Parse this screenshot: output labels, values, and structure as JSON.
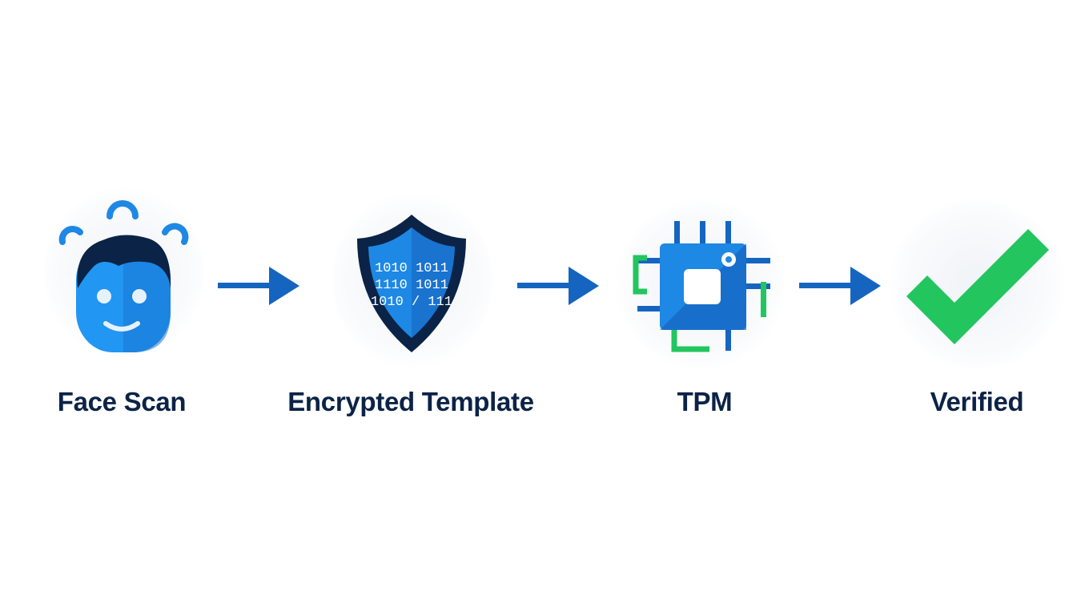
{
  "steps": [
    {
      "label": "Face Scan",
      "icon": "face-scan-icon"
    },
    {
      "label": "Encrypted Template",
      "icon": "encrypted-shield-icon",
      "binary_lines": [
        "1010 1011",
        "1110 1011",
        "1010 / 111"
      ]
    },
    {
      "label": "TPM",
      "icon": "tpm-chip-icon"
    },
    {
      "label": "Verified",
      "icon": "check-icon"
    }
  ],
  "colors": {
    "primary_blue": "#1e88e5",
    "dark_navy": "#0b2346",
    "arrow_blue": "#1565c0",
    "accent_green": "#22c55e",
    "label_text": "#0b2346"
  }
}
